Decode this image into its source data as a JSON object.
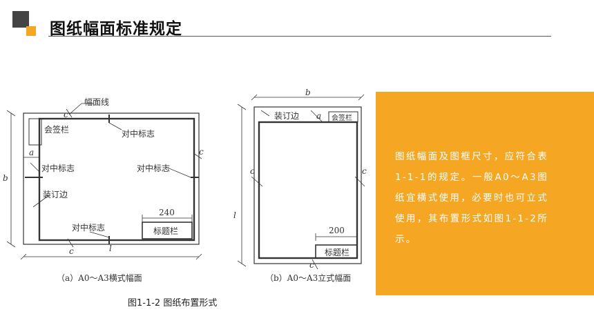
{
  "header": {
    "title": "图纸幅面标准规定"
  },
  "figure_a": {
    "labels": {
      "sheet_edge": "幅面线",
      "signature_block": "会签栏",
      "centering_mark_top": "对中标志",
      "centering_mark_left": "对中标志",
      "centering_mark_right": "对中标志",
      "centering_mark_bottom": "对中标志",
      "binding_edge": "装订边",
      "title_block": "标题栏",
      "title_block_width": "240",
      "dim_a": "a",
      "dim_c_top": "c",
      "dim_c_right": "c",
      "dim_c_bottom": "c",
      "dim_b": "b",
      "dim_l": "l"
    },
    "caption": "（a）A0～A3横式幅面"
  },
  "figure_b": {
    "labels": {
      "binding_edge": "装订边",
      "signature_block": "会签栏",
      "title_block": "标题栏",
      "title_block_width": "200",
      "dim_a": "a",
      "dim_c_left": "c",
      "dim_c_right": "c",
      "dim_c_bottom": "c",
      "dim_b": "b",
      "dim_l": "l"
    },
    "caption": "（b）A0～A3立式幅面"
  },
  "figure_caption": "图1-1-2  图纸布置形式",
  "info_panel": {
    "text": "图纸幅面及图框尺寸，应符合表1-1-1的规定。一般A0～A3图纸宜横式使用，必要时也可立式使用，其布置形式如图1-1-2所示。",
    "background": "#f5a623"
  },
  "colors": {
    "accent": "#f5a623",
    "logo_dark": "#444444"
  }
}
